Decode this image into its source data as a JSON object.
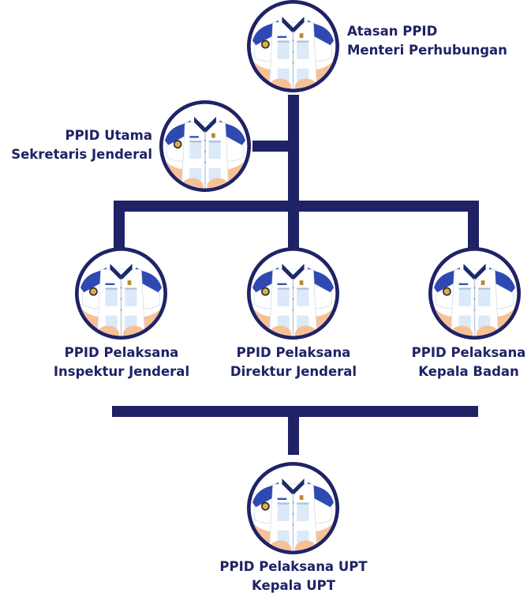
{
  "colors": {
    "connector": "#1f2265",
    "text": "#1f2265",
    "shirt": "#ffffff",
    "shoulder": "#2f49b3",
    "pocket": "#dbe9f9",
    "skin": "#f7c196",
    "circle": "#1f2265"
  },
  "nodes": [
    {
      "id": "atasan",
      "avatar_icon": "officer-uniform-icon",
      "line1": "Atasan PPID",
      "line2": "Menteri Perhubungan"
    },
    {
      "id": "utama",
      "avatar_icon": "officer-uniform-icon",
      "line1": "PPID Utama",
      "line2": "Sekretaris Jenderal"
    },
    {
      "id": "inspektur",
      "avatar_icon": "officer-uniform-icon",
      "line1": "PPID Pelaksana",
      "line2": "Inspektur Jenderal"
    },
    {
      "id": "direktur",
      "avatar_icon": "officer-uniform-icon",
      "line1": "PPID Pelaksana",
      "line2": "Direktur Jenderal"
    },
    {
      "id": "kepala-badan",
      "avatar_icon": "officer-uniform-icon",
      "line1": "PPID Pelaksana",
      "line2": "Kepala Badan"
    },
    {
      "id": "upt",
      "avatar_icon": "officer-uniform-icon",
      "line1": "PPID Pelaksana UPT",
      "line2": "Kepala UPT"
    }
  ]
}
